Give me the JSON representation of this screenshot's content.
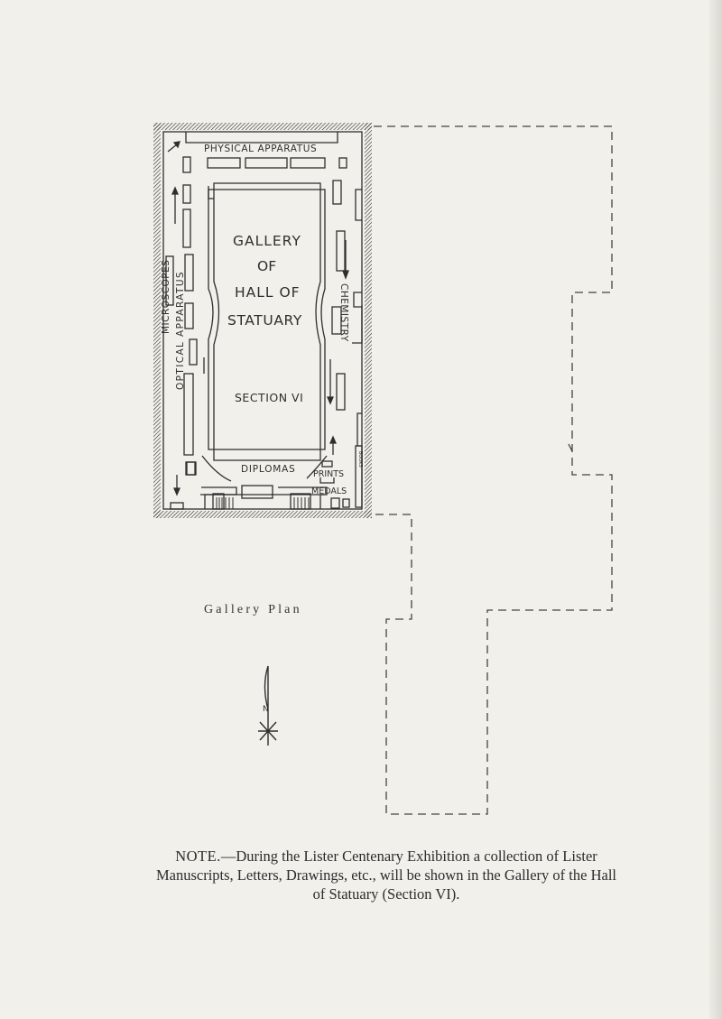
{
  "plan": {
    "physical_apparatus": "PHYSICAL APPARATUS",
    "gallery": "GALLERY",
    "of": "OF",
    "hall_of": "HALL OF",
    "statuary": "STATUARY",
    "section": "SECTION VI",
    "diplomas": "DIPLOMAS",
    "prints": "PRINTS",
    "medals": "MEDALS",
    "microscopes": "MICROSCOPES",
    "optical_apparatus": "OPTICAL APPARATUS",
    "chemistry": "CHEMISTRY",
    "books": "BOOKS"
  },
  "caption": "Gallery Plan",
  "compass": {
    "north_label": "N"
  },
  "note": {
    "head": "NOTE.",
    "text": "During the Lister Centenary Exhibition a collection of Lister Manuscripts, Letters, Drawings, etc., will be shown in the Gallery of the Hall of Statuary (Section VI)."
  },
  "colors": {
    "paper": "#f1f0eb",
    "ink": "#2a2a2a"
  }
}
